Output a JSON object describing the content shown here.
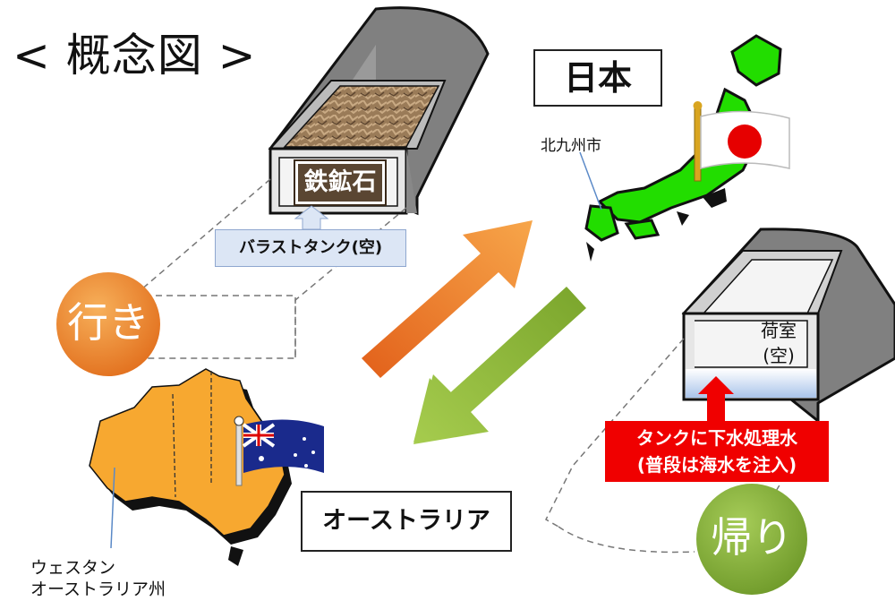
{
  "title": "< 概念図 >",
  "japan": {
    "label": "日本",
    "city": "北九州市"
  },
  "australia": {
    "label": "オーストラリア",
    "state_line1": "ウェスタン",
    "state_line2": "オーストラリア州"
  },
  "outbound": {
    "label": "行き",
    "cargo": "鉄鉱石",
    "ballast": "バラストタンク(空)"
  },
  "return_trip": {
    "label": "帰り",
    "cargo_line1": "荷室",
    "cargo_line2": "(空)",
    "tank_line1": "タンクに下水処理水",
    "tank_line2": "(普段は海水を注入)"
  },
  "colors": {
    "orange": "#f08a24",
    "green": "#8dbb3a",
    "japan_green": "#22dd00",
    "australia_orange": "#f7a830",
    "red": "#f00000"
  }
}
